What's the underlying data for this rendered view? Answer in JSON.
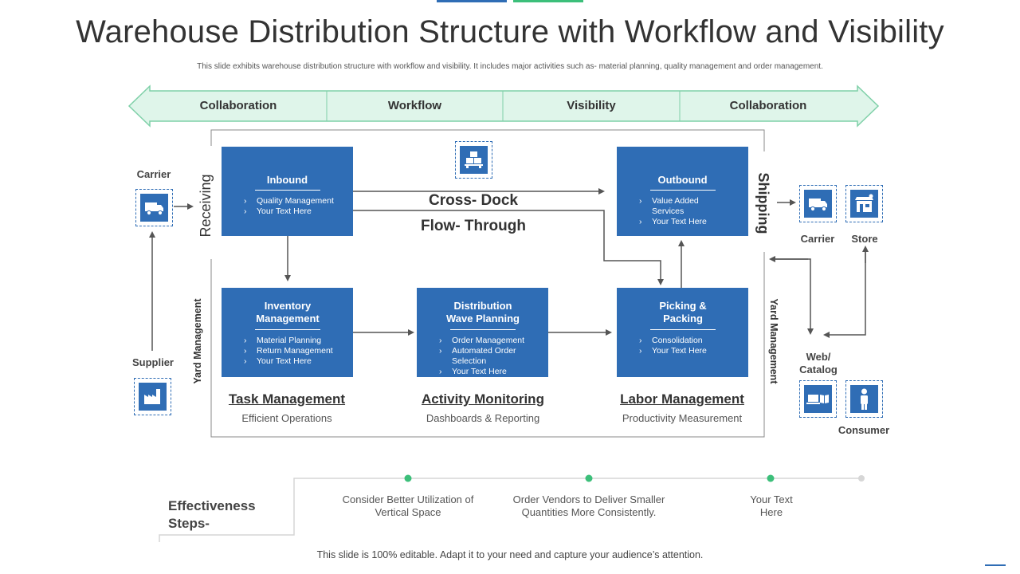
{
  "title": "Warehouse Distribution Structure with Workflow and Visibility",
  "subtitle": "This slide exhibits warehouse distribution structure with workflow and visibility. It includes major activities such as- material planning, quality management and order management.",
  "colors": {
    "primary_blue": "#2f6db5",
    "band_green": "#dff5ea",
    "band_border": "#7fd0a8",
    "accent_green": "#3cbf7a"
  },
  "band": [
    "Collaboration",
    "Workflow",
    "Visibility",
    "Collaboration"
  ],
  "side_labels": {
    "receiving": "Receiving",
    "shipping": "Shipping",
    "yard_left": "Yard Management",
    "yard_right": "Yard Management"
  },
  "flow_labels": {
    "cross_dock": "Cross- Dock",
    "flow_through": "Flow- Through"
  },
  "boxes": {
    "inbound": {
      "title": "Inbound",
      "items": [
        "Quality Management",
        "Your Text Here"
      ]
    },
    "outbound": {
      "title": "Outbound",
      "items": [
        "Value Added Services",
        "Your Text Here"
      ]
    },
    "inventory": {
      "title": "Inventory Management",
      "items": [
        "Material Planning",
        "Return Management",
        "Your Text Here"
      ]
    },
    "distribution": {
      "title": "Distribution Wave Planning",
      "items": [
        "Order Management",
        "Automated Order Selection",
        "Your Text Here"
      ]
    },
    "picking": {
      "title": "Picking & Packing",
      "items": [
        "Consolidation",
        "Your Text Here"
      ]
    }
  },
  "management": [
    {
      "title": "Task Management",
      "subtitle": "Efficient Operations"
    },
    {
      "title": "Activity Monitoring",
      "subtitle": "Dashboards & Reporting"
    },
    {
      "title": "Labor Management",
      "subtitle": "Productivity Measurement"
    }
  ],
  "nodes": {
    "carrier_left": "Carrier",
    "supplier": "Supplier",
    "carrier_right": "Carrier",
    "store": "Store",
    "web_catalog": "Web/ Catalog",
    "consumer": "Consumer"
  },
  "icons": {
    "carrier_left": "truck-icon",
    "supplier": "factory-icon",
    "pallet": "boxes-icon",
    "carrier_right": "truck-icon",
    "store": "store-icon",
    "web_catalog": "laptop-catalog-icon",
    "consumer": "person-icon"
  },
  "effectiveness": {
    "label": "Effectiveness Steps-",
    "steps": [
      "Consider Better Utilization of Vertical Space",
      "Order Vendors to Deliver Smaller Quantities More Consistently.",
      "Your Text Here"
    ]
  },
  "footer": "This slide is 100% editable. Adapt it to your need and capture your audience’s attention."
}
